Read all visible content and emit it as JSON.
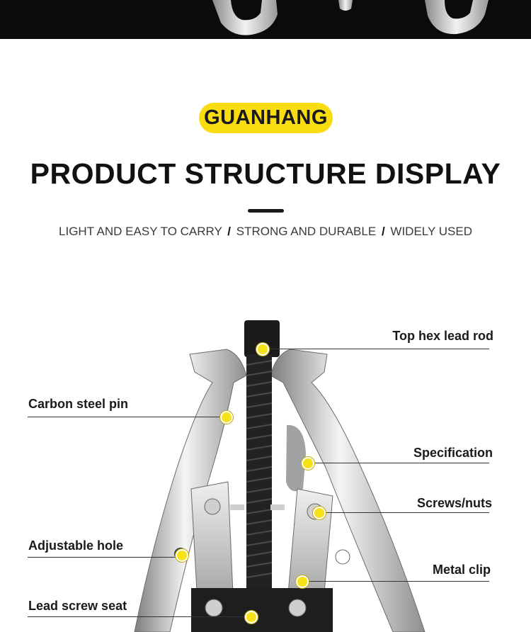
{
  "brand": "GUANHANG",
  "title": "PRODUCT STRUCTURE DISPLAY",
  "subtitle": {
    "part1": "LIGHT AND EASY TO CARRY",
    "part2": "STRONG AND DURABLE",
    "part3": "WIDELY USED",
    "separator": "/"
  },
  "callouts": {
    "top_hex_lead_rod": "Top hex lead rod",
    "carbon_steel_pin": "Carbon steel pin",
    "specification": "Specification",
    "screws_nuts": "Screws/nuts",
    "adjustable_hole": "Adjustable hole",
    "metal_clip": "Metal clip",
    "lead_screw_seat": "Lead screw seat"
  },
  "colors": {
    "accent": "#f9dd10",
    "text": "#111111",
    "top_strip": "#0b0b0b"
  }
}
